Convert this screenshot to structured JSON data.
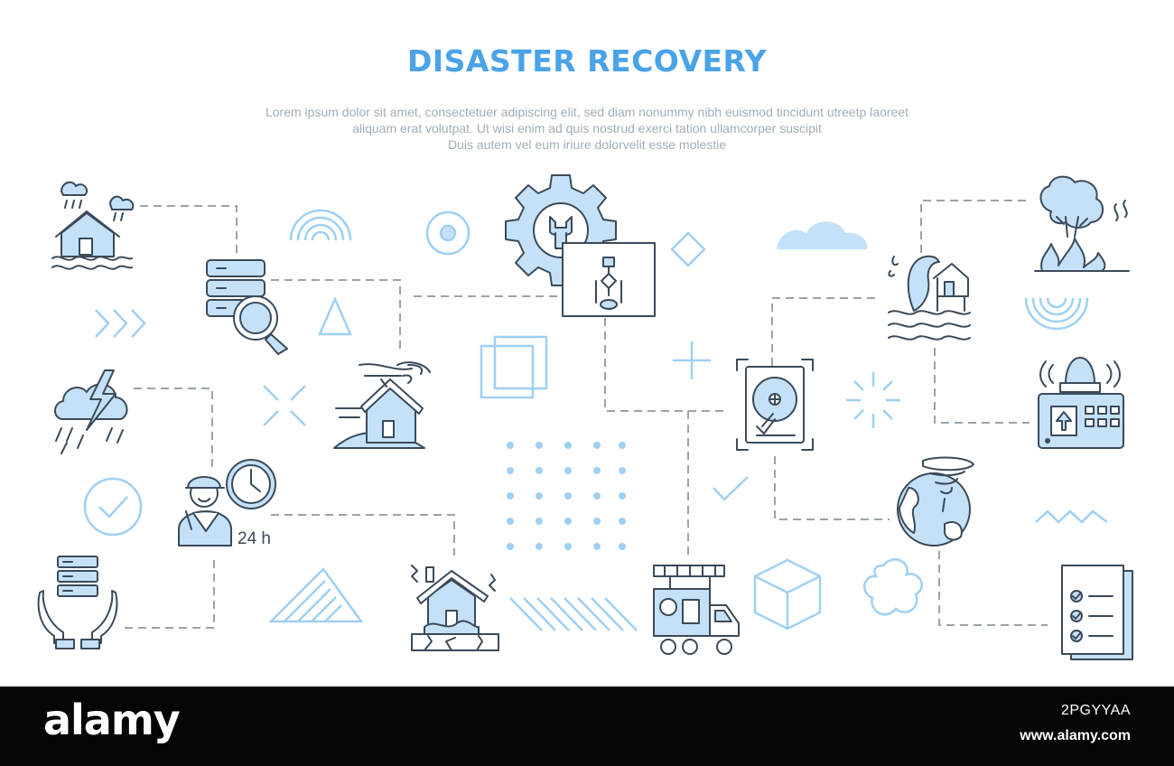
{
  "header": {
    "title": "DISASTER RECOVERY",
    "subtitle_lines": [
      "Lorem ipsum dolor sit amet, consectetuer adipiscing elit, sed diam nonummy nibh euismod tincidunt utreetp laoreet",
      "aliquam erat volutpat. Ut wisi enim ad  quis nostrud exerci tation ullamcorper suscipit",
      "Duis autem vel eum iriure dolorvelit esse molestie"
    ]
  },
  "labels": {
    "support_hours": "24 h"
  },
  "colors": {
    "accent": "#4aa3e8",
    "icon_fill": "#c4e1f8",
    "stroke": "#3b4a5a",
    "connector": "#9aa3ab",
    "decor": "#9fd0f3"
  },
  "icons": [
    "flood-house-icon",
    "database-search-icon",
    "gear-flowchart-icon",
    "wildfire-tree-icon",
    "thunderstorm-icon",
    "windstorm-house-icon",
    "hard-drive-icon",
    "tsunami-house-icon",
    "alarm-panel-icon",
    "support-agent-clock-icon",
    "earthquake-house-icon",
    "fire-truck-icon",
    "tornado-globe-icon",
    "server-hands-icon",
    "checklist-icon"
  ],
  "footer": {
    "brand": "alamy",
    "image_id": "2PGYYAA",
    "site": "www.alamy.com"
  }
}
